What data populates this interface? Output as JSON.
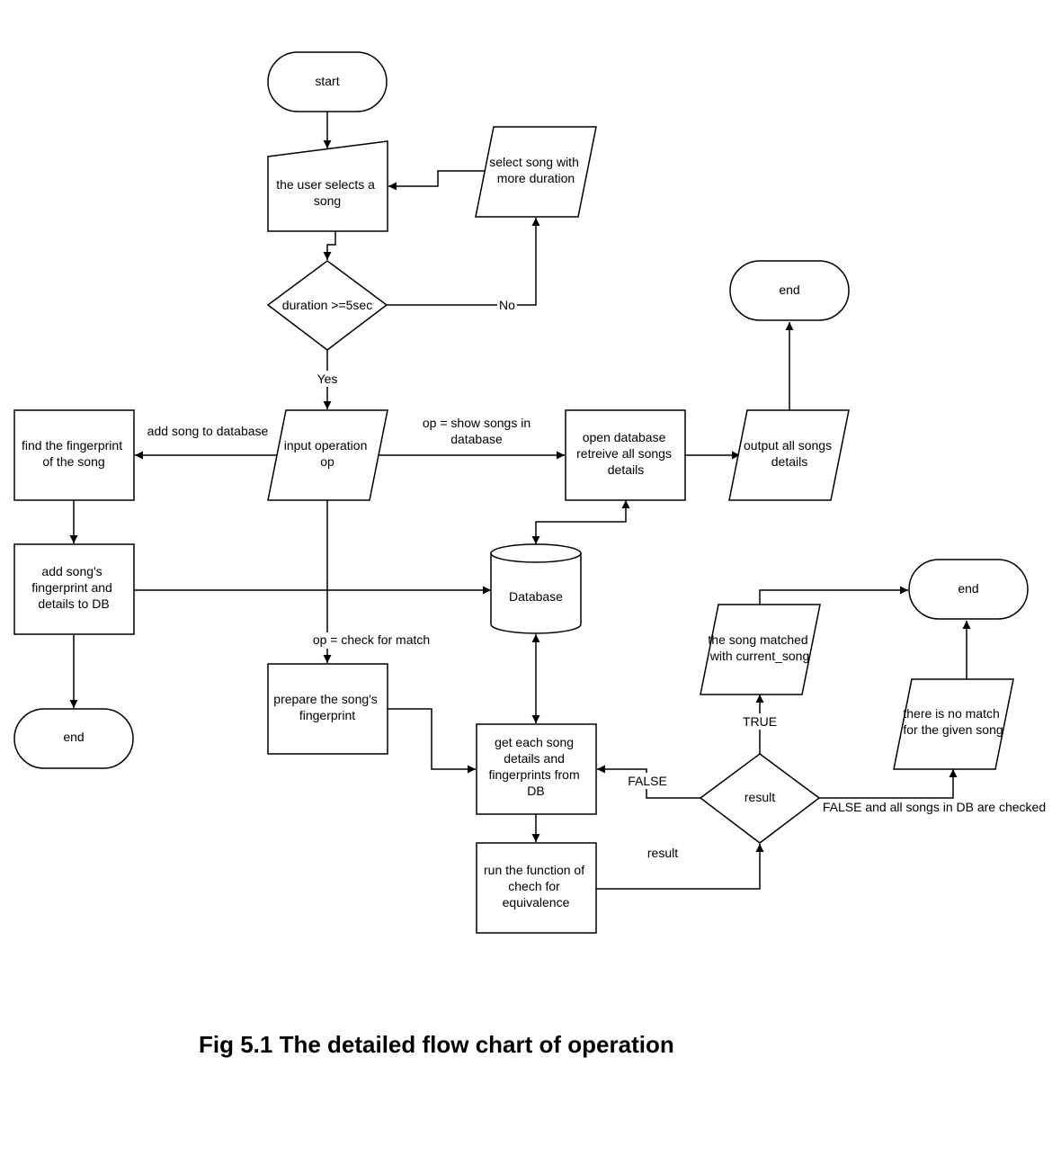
{
  "caption": "Fig 5.1 The detailed flow chart of operation",
  "nodes": {
    "start": [
      "start"
    ],
    "user_selects": [
      "the user selects a",
      "song"
    ],
    "select_more": [
      "select song with",
      "more duration"
    ],
    "duration_check": [
      "duration >=5sec"
    ],
    "end_top": [
      "end"
    ],
    "find_fingerprint": [
      "find the fingerprint",
      "of the song"
    ],
    "input_op": [
      "input operation",
      "op"
    ],
    "open_db": [
      "open database",
      "retreive all songs",
      "details"
    ],
    "output_all": [
      "output all songs",
      "details"
    ],
    "add_to_db": [
      "add song's",
      "fingerprint and",
      "details to DB"
    ],
    "database": [
      "Database"
    ],
    "end_right": [
      "end"
    ],
    "song_matched": [
      "the song matched",
      "with current_song"
    ],
    "end_left": [
      "end"
    ],
    "prepare_fp": [
      "prepare the song's",
      "fingerprint"
    ],
    "get_each": [
      "get each song",
      "details and",
      "fingerprints from",
      "DB"
    ],
    "no_match": [
      "there is no match",
      "for the given song"
    ],
    "result": [
      "result"
    ],
    "run_function": [
      "run the function of",
      "chech for",
      "equivalence"
    ]
  },
  "edge_labels": {
    "no": "No",
    "yes": "Yes",
    "add_song": "add song to database",
    "show_songs": [
      "op = show songs in",
      "database"
    ],
    "check_match": "op = check for match",
    "true": "TRUE",
    "false": "FALSE",
    "false_all": "FALSE and all songs in DB are checked",
    "result": "result"
  }
}
